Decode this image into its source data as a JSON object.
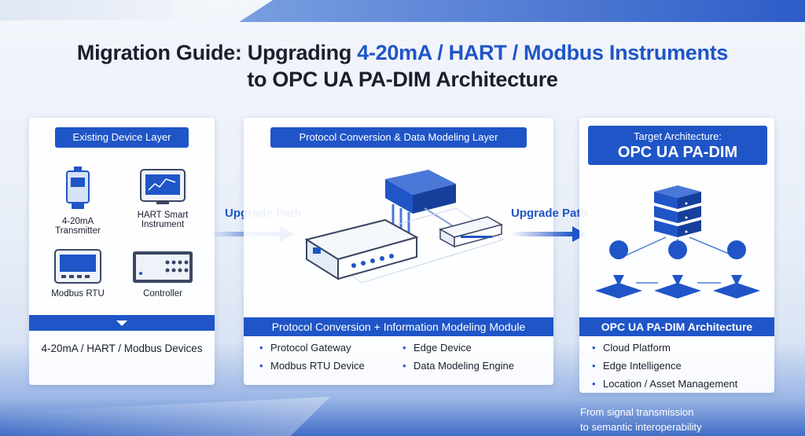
{
  "title": {
    "line1_prefix": "Migration Guide: Upgrading ",
    "line1_accent": "4-20mA / HART / Modbus Instruments",
    "line2": "to OPC UA PA-DIM Architecture"
  },
  "left_panel": {
    "header": "Existing Device Layer",
    "devices": [
      {
        "label_line1": "4-20mA",
        "label_line2": "Transmitter",
        "icon": "transmitter-icon"
      },
      {
        "label_line1": "HART Smart",
        "label_line2": "Instrument",
        "icon": "hart-instrument-icon"
      },
      {
        "label_line1": "Modbus RTU",
        "label_line2": "",
        "icon": "modbus-rtu-icon"
      },
      {
        "label_line1": "Controller",
        "label_line2": "",
        "icon": "controller-icon"
      }
    ],
    "footer": "4-20mA / HART / Modbus Devices"
  },
  "arrows": {
    "left": "Upgrade Path",
    "right": "Upgrade Path"
  },
  "middle_panel": {
    "header": "Protocol Conversion & Data Modeling Layer",
    "band": "Protocol Conversion + Information Modeling Module",
    "bullets_left": [
      "Protocol Gateway",
      "Modbus RTU Device"
    ],
    "bullets_right": [
      "Edge Device",
      "Data Modeling Engine"
    ]
  },
  "right_panel": {
    "header_small": "Target Architecture:",
    "header_large": "OPC UA PA-DIM",
    "band": "OPC UA PA-DIM Architecture",
    "bullets": [
      "Cloud Platform",
      "Edge Intelligence",
      "Location / Asset Management"
    ]
  },
  "tagline": {
    "line1": "From signal transmission",
    "line2": "to semantic interoperability"
  },
  "colors": {
    "accent": "#1f55c7",
    "text": "#1a1f2e",
    "panel": "#ffffff"
  }
}
